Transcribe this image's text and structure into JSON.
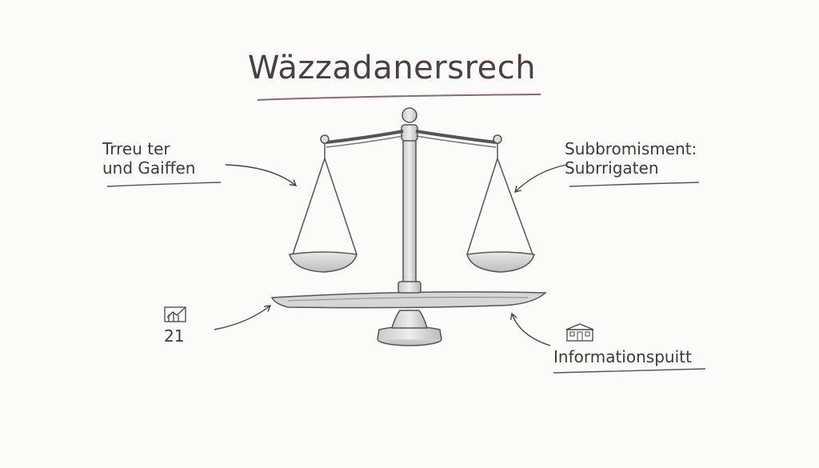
{
  "title": "Wäzzadanersrech",
  "left_label": {
    "line1": "Trreu ter",
    "line2": "und Gaiffen"
  },
  "right_label": {
    "line1": "Subbromisment:",
    "line2": "Subrrigaten"
  },
  "bottom_left": {
    "icon": "chart-icon",
    "number": "21"
  },
  "bottom_right": {
    "icon": "building-icon",
    "label": "Informationspuitt"
  },
  "colors": {
    "ink": "#3c3a3a",
    "title_ink": "#4a3f42",
    "underline": "#8a6a72",
    "paper": "#fbfbfa"
  }
}
